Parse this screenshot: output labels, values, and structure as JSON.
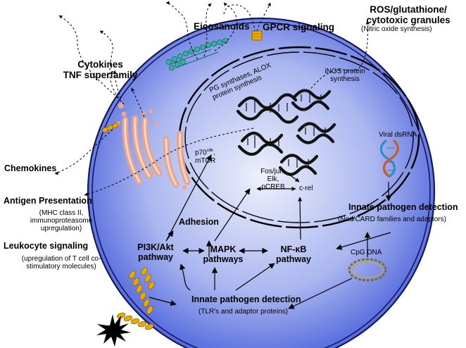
{
  "labels": {
    "ros": "ROS/glutathione/",
    "ros2": "cytotoxic granules",
    "nitric": "(Nitric oxide synthesis)",
    "eicosanoids": "Eicosanoids",
    "gpcr": "GPCR signaling",
    "cytokines": "Cytokines",
    "tnf": "TNF superfamily",
    "pg_synth": "PG synthases, ALOX",
    "pg_synth2": "protein synthesis",
    "inos": "iNOS protein",
    "inos2": "synthesis",
    "viral": "Viral dsRNA",
    "chemokines": "Chemokines",
    "p70": "p70",
    "p70_sup": "s6k",
    "p70_comma": ",",
    "mtor": "mTOR",
    "fos": "Fos/jun,",
    "elk": "Elk,",
    "pcreb": "pCREB",
    "crel": "c-rel",
    "antigen": "Antigen Presentation",
    "mhc": "(MHC class II,",
    "immuno": "immunoproteasome",
    "upreg": "upregulation)",
    "leukocyte": "Leukocyte signaling",
    "leuk_sub1": "(upregulation of T cell co-",
    "leuk_sub2": "stimulatory molecules)",
    "adhesion": "Adhesion",
    "pi3k": "PI3K/Akt",
    "pi3k2": "pathway",
    "mapk": "MAPK",
    "mapk2": "pathways",
    "nfkb": "NF-κB",
    "nfkb2": "pathway",
    "innate_right": "Innate pathogen detection",
    "nod": "(Nod/CARD families and adaptors)",
    "cpg": "CpG DNA",
    "innate_bottom": "Innate pathogen detection",
    "tlr": "(TLR's and adaptor proteins)"
  },
  "colors": {
    "cell_fill_edge": "#3a52d8",
    "cell_fill_center": "#eef0fb",
    "membrane": "#14185a",
    "golgi": "#f0b090",
    "receptor": "#e8a800",
    "gpcr_box": "#e8a800",
    "membrane_beads": "#30b4a0",
    "dna": "#111111",
    "dsrna": "#2c8ec8",
    "pathogen": "#000000"
  },
  "icons": {
    "dna": "dna-helix-icon",
    "golgi": "golgi-apparatus-icon",
    "receptor": "tlr-receptor-icon",
    "pathogen": "pathogen-icon",
    "cpg": "cpg-dna-icon"
  }
}
